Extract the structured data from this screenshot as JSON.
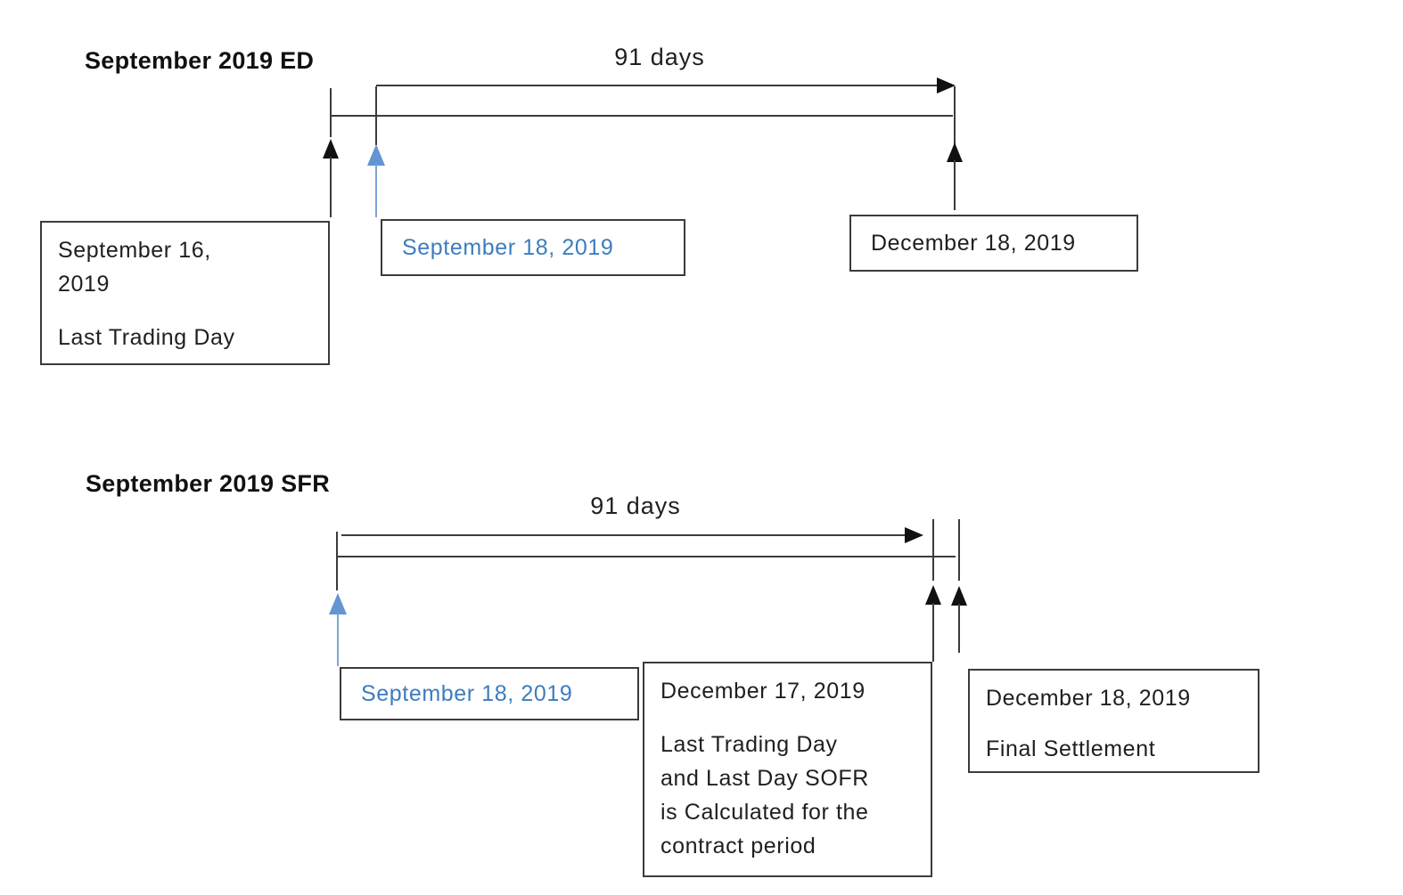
{
  "colors": {
    "background": "#ffffff",
    "line": "#3b3b3b",
    "arrow_black": "#111111",
    "arrow_blue": "#6495d0",
    "date_blue_text": "#3d7cbf",
    "text": "#1f1f1f"
  },
  "sections": [
    {
      "title": "September 2019 ED",
      "duration_label": "91 days",
      "boxes": [
        {
          "date_lines": [
            "September 16,",
            "2019"
          ],
          "caption_lines": [
            "Last Trading Day"
          ]
        },
        {
          "date_lines": [
            "September 18, 2019"
          ],
          "caption_lines": []
        },
        {
          "date_lines": [
            "December 18, 2019"
          ],
          "caption_lines": []
        }
      ]
    },
    {
      "title": "September 2019 SFR",
      "duration_label": "91 days",
      "boxes": [
        {
          "date_lines": [
            "September 18, 2019"
          ],
          "caption_lines": []
        },
        {
          "date_lines": [
            "December 17, 2019"
          ],
          "caption_lines": [
            "Last Trading Day",
            "and Last Day SOFR",
            "is Calculated for the",
            "contract period"
          ]
        },
        {
          "date_lines": [
            "December 18, 2019"
          ],
          "caption_lines": [
            "Final Settlement"
          ]
        }
      ]
    }
  ]
}
